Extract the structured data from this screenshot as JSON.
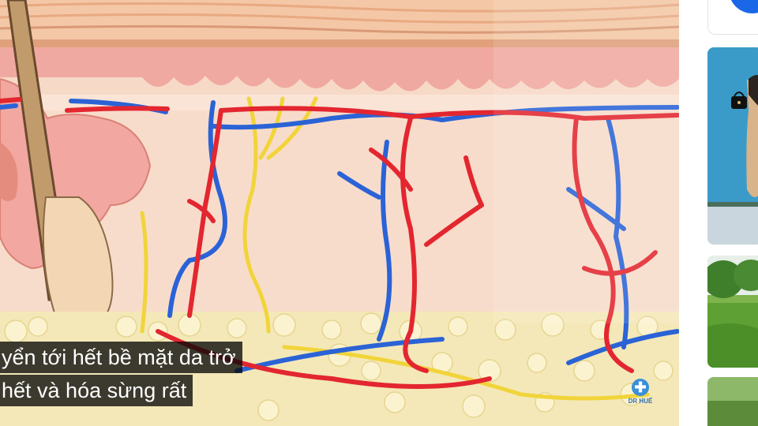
{
  "video": {
    "caption_lines": [
      "yển tới hết bề mặt da trở",
      "hết và hóa sừng rất"
    ],
    "watermark": {
      "icon": "medical-cross-icon",
      "text": "DR HUẾ"
    }
  },
  "sidebar": {
    "top_card_icon": "blue-circle-icon",
    "thumbnails": [
      {
        "icon": "woman-with-handbag-thumbnail"
      },
      {
        "icon": "green-meadow-thumbnail"
      },
      {
        "icon": "green-field-thumbnail"
      }
    ]
  },
  "colors": {
    "artery": "#e3262f",
    "vein": "#2b63d6",
    "nerve": "#f1d43a",
    "epidermis": "#f2b4a2",
    "fat": "#f2e6b0",
    "accent": "#1a67e8"
  }
}
